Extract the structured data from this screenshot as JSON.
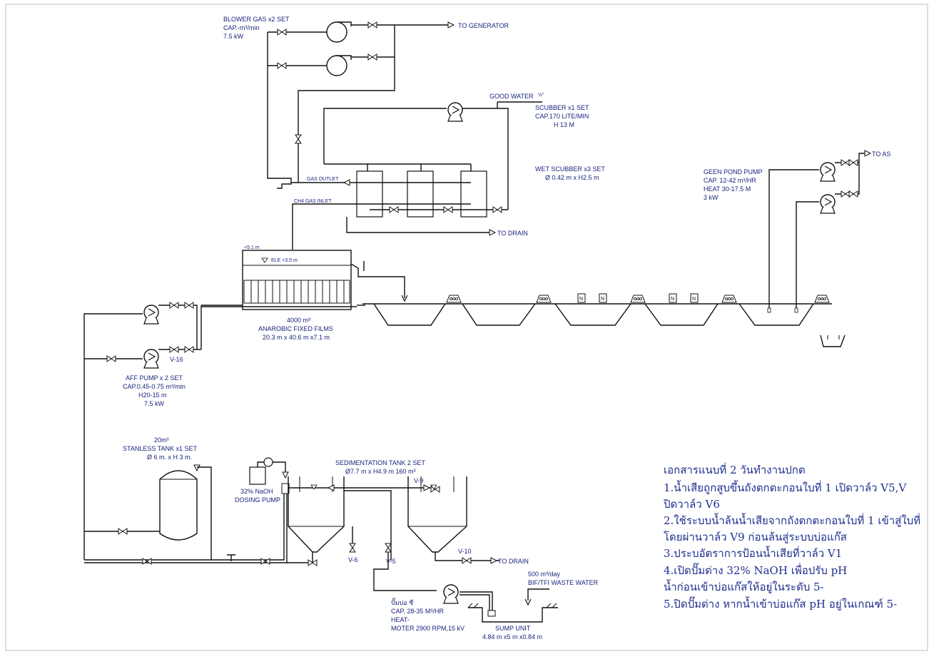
{
  "blower": {
    "line1": "BLOWER GAS x2 SET",
    "line2": "CAP.-m³/min",
    "line3": "7.5 kW",
    "to_generator": "TO GENERATOR"
  },
  "scrubber": {
    "good_water": "GOOD WATER",
    "good_water_size": "½\"",
    "pump_line1": "SCUBBER x1 SET",
    "pump_line2": "CAP.170 LITE/MIN",
    "pump_line3": "H 13 M",
    "wet_line1": "WET SCUBBER x3 SET",
    "wet_line2": "Ø 0.42 m x H2.5 m",
    "gas_outlet": "GAS OUTLET",
    "ch4_inlet": "CH4 GAS INLET",
    "to_drain": "TO DRAIN"
  },
  "green_pond": {
    "line1": "GEEN POND PUMP",
    "line2": "CAP. 12-42 m³/HR",
    "line3": "HEAT 30-17.5 M",
    "line4": "3 kW",
    "to_as": "TO AS"
  },
  "anaerobic": {
    "top_level": "+5.1 m",
    "ele": "ELE +3.5 m",
    "line1": "4000 m³",
    "line2": "ANAROBIC FIXED FILMS",
    "line3": "20.3 m x 40.6 m x7.1 m"
  },
  "aff_pump": {
    "v16": "V-16",
    "line1": "AFF PUMP x 2 SET",
    "line2": "CAP.0.45-0.75 m³/min",
    "line3": "H20-15 m",
    "line4": "7.5 kW"
  },
  "stainless": {
    "line1": "20m³",
    "line2": "STANLESS TANK x1 SET",
    "line3": "Ø    6 m. x H 3 m."
  },
  "naoh": {
    "line1": "32% NaOH",
    "line2": "DOSING PUMP"
  },
  "sedimentation": {
    "line1": "SEDIMENTATION TANK 2 SET",
    "line2": "Ø7.7 m x H4.9 m 160 m³",
    "v9": "V-9",
    "v6": "V-6",
    "v5": "V-5",
    "v10": "V-10",
    "to_drain": "TO DRAIN"
  },
  "sump_pump": {
    "line1": "ปั๊มบ่อ ซี",
    "line2": "CAP. 28-35 M³/HR",
    "line3": "HEAT-",
    "line4": "MOTER 2900 RPM,15 kV"
  },
  "waste_water": {
    "line1": "500 m³/day",
    "line2": "BIF/TFI WASTE WATER"
  },
  "sump": {
    "line1": "SUMP UNIT",
    "line2": "4.84 m x5 m x0.84 m"
  },
  "pond": {
    "n_label": "N"
  },
  "notes": {
    "title": "เอกสารแนบที่ 2 วันทำงานปกต",
    "l1": "1.น้ำเสียถูกสูบขึ้นถังตกตะกอนใบที่ 1 เปิดวาล์ว V5,V",
    "l2": "ปิดวาล์ว V6",
    "l3": "2.ใช้ระบบน้ำล้นน้ำเสียจากถังตกตะกอนใบที่ 1 เข้าสู่ใบที่",
    "l4": "โดยผ่านวาล์ว V9 ก่อนล้นสู่ระบบบ่อแก๊ส",
    "l5": "3.ประบอัตราการป้อนน้ำเสียที่วาล์ว V1",
    "l6": "4.เปิดปั๊มด่าง 32% NaOH เพื่อปรับ pH",
    "l7": "น้ำก่อนเข้าบ่อแก๊สให้อยู่ในระดับ 5-",
    "l8": "5.ปิดปั๊มด่าง หากน้ำเข้าบ่อแก๊ส pH อยู่ในเกณฑ์ 5-"
  },
  "colors": {
    "line": "#111111",
    "label": "#1a237e",
    "notes": "#1f2f8f"
  }
}
